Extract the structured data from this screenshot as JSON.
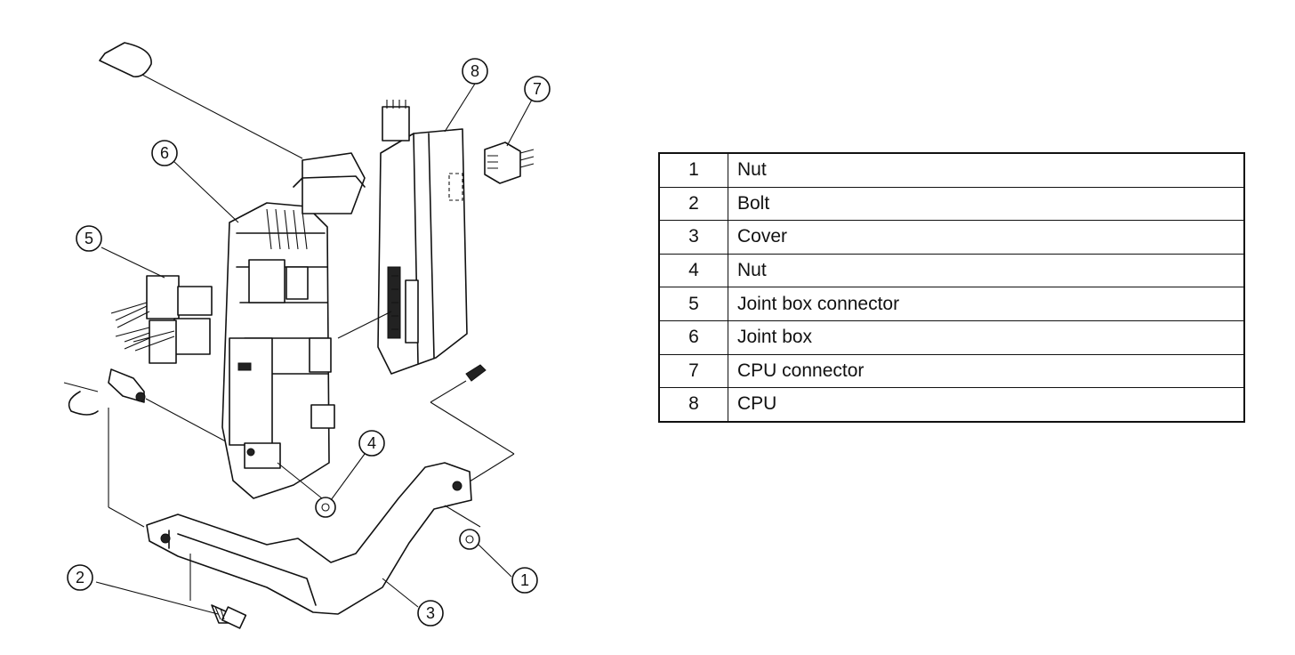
{
  "parts": [
    {
      "number": "1",
      "name": "Nut"
    },
    {
      "number": "2",
      "name": "Bolt"
    },
    {
      "number": "3",
      "name": "Cover"
    },
    {
      "number": "4",
      "name": "Nut"
    },
    {
      "number": "5",
      "name": "Joint box connector"
    },
    {
      "number": "6",
      "name": "Joint box"
    },
    {
      "number": "7",
      "name": "CPU connector"
    },
    {
      "number": "8",
      "name": "CPU"
    }
  ],
  "callouts": [
    "1",
    "2",
    "3",
    "4",
    "5",
    "6",
    "7",
    "8"
  ]
}
